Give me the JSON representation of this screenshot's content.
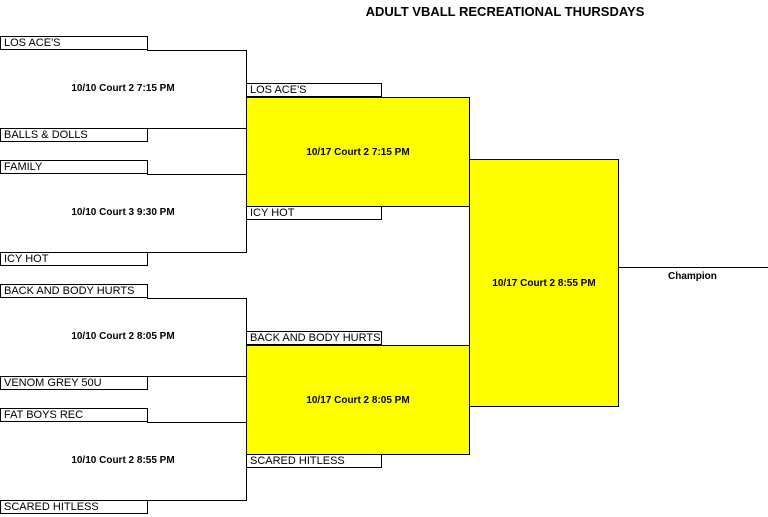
{
  "title": "ADULT VBALL RECREATIONAL THURSDAYS",
  "round1": [
    {
      "top": "LOS ACE'S",
      "bottom": "BALLS & DOLLS",
      "match": "10/10 Court 2 7:15 PM"
    },
    {
      "top": "FAMILY",
      "bottom": "ICY HOT",
      "match": "10/10 Court 3 9:30 PM"
    },
    {
      "top": "BACK AND BODY HURTS",
      "bottom": "VENOM GREY 50U",
      "match": "10/10 Court 2 8:05 PM"
    },
    {
      "top": "FAT BOYS REC",
      "bottom": "SCARED HITLESS",
      "match": "10/10 Court 2 8:55 PM"
    }
  ],
  "round2": [
    {
      "top": "LOS ACE'S",
      "bottom": "ICY HOT",
      "match": "10/17 Court 2 7:15 PM"
    },
    {
      "top": "BACK AND BODY HURTS",
      "bottom": "SCARED HITLESS",
      "match": "10/17 Court 2 8:05 PM"
    }
  ],
  "final": {
    "match": "10/17 Court 2 8:55 PM"
  },
  "champion_label": "Champion",
  "colors": {
    "highlight": "#ffff00",
    "line": "#000000",
    "background": "#ffffff"
  }
}
